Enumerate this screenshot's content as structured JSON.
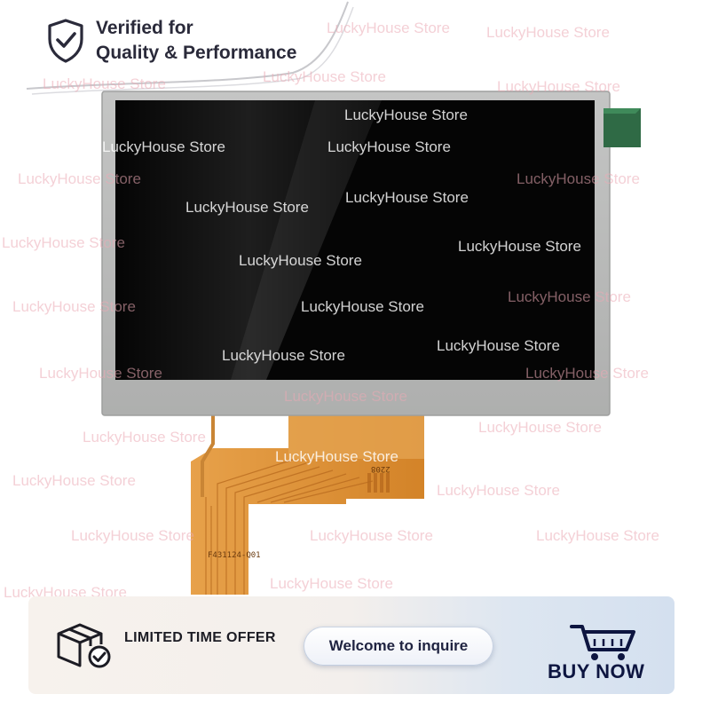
{
  "badge": {
    "title": "Verified for",
    "subtitle": "Quality & Performance",
    "icon": "shield-check-icon"
  },
  "product": {
    "fpc_code": "F431124-Q01",
    "fpc_mark": "2208",
    "colors": {
      "screen": "#050505",
      "bezel": "#b8b9b8",
      "fpc": "#d98a2e"
    }
  },
  "watermark": "LuckyHouse Store",
  "banner": {
    "offer_label": "LIMITED TIME OFFER",
    "inquire_label": "Welcome to inquire",
    "buy_label": "BUY NOW",
    "box_icon": "package-check-icon",
    "cart_icon": "shopping-cart-icon"
  }
}
